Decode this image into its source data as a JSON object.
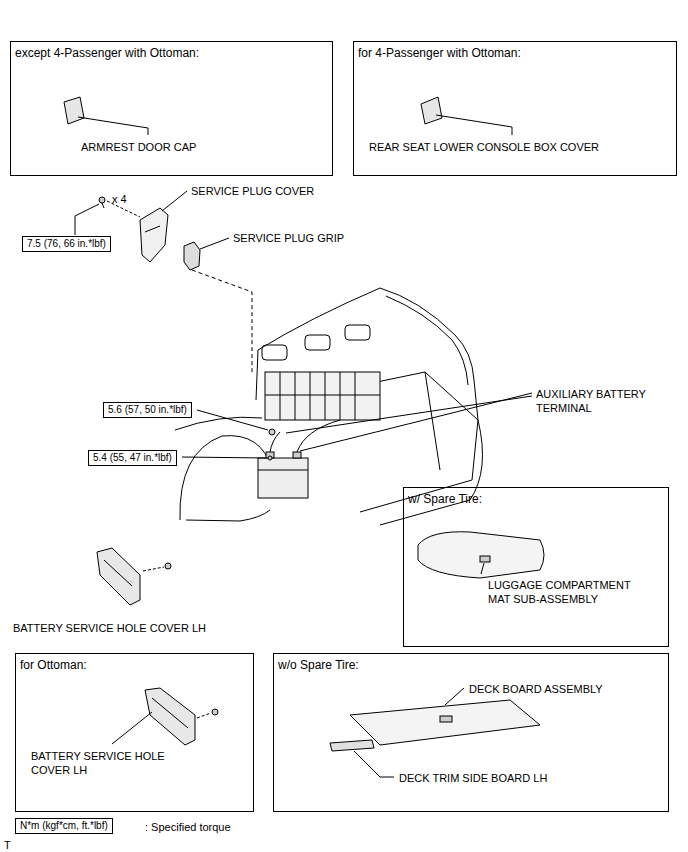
{
  "diagram": {
    "nodes": [
      {
        "text": [
          "except 4-Passenger with Ottoman:",
          "ARMREST DOOR CAP"
        ]
      },
      {
        "text": [
          "for 4-Passenger with Ottoman:",
          "REAR SEAT LOWER CONSOLE BOX COVER"
        ]
      },
      {
        "text": [
          "7.5 (76, 66 in.*lbf)"
        ]
      },
      {
        "text": [
          "5.6 (57, 50 in.*lbf)"
        ]
      },
      {
        "text": [
          "5.4 (55, 47 in.*lbf)"
        ]
      },
      {
        "text": [
          "w/ Spare Tire:",
          "LUGGAGE COMPARTMENT MAT SUB-ASSEMBLY"
        ]
      },
      {
        "text": [
          "for Ottoman:",
          "BATTERY SERVICE HOLE COVER LH"
        ]
      },
      {
        "text": [
          "w/o Spare Tire:",
          "DECK BOARD ASSEMBLY",
          "DECK TRIM SIDE BOARD LH"
        ]
      },
      {
        "text": [
          "N*m (kgf*cm, ft.*lbf)"
        ]
      }
    ],
    "labels": [
      "x 4",
      "SERVICE PLUG COVER",
      "SERVICE PLUG GRIP",
      "AUXILIARY BATTERY TERMINAL",
      "BATTERY SERVICE HOLE COVER LH",
      ": Specified torque",
      "T"
    ]
  }
}
